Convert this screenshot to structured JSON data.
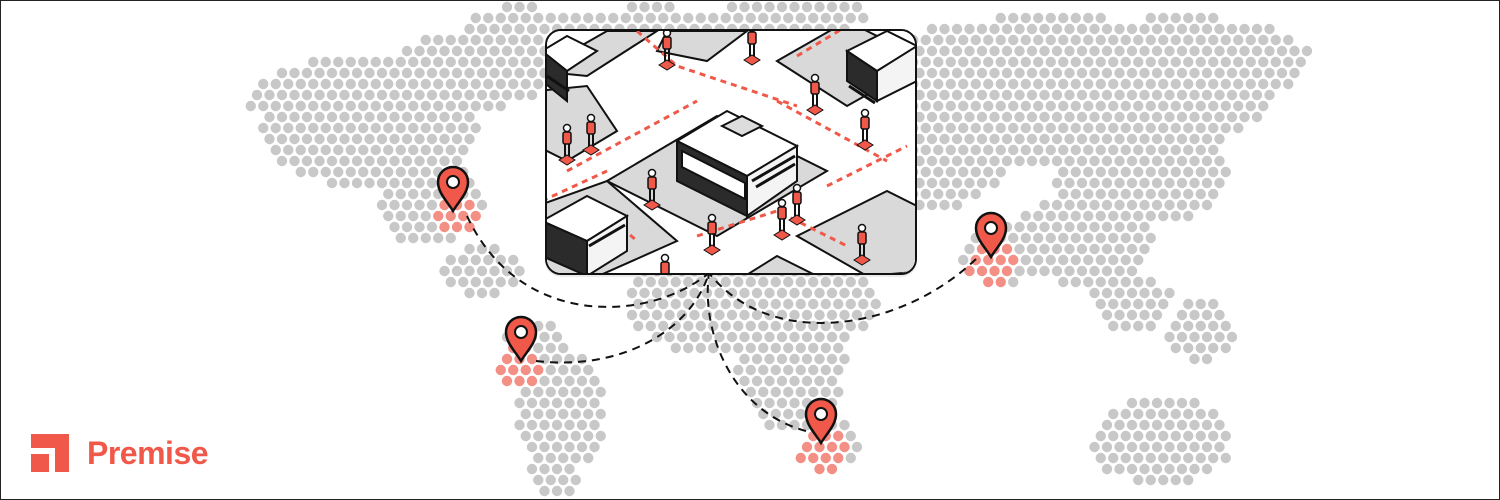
{
  "brand": {
    "name": "Premise",
    "color": "#f0594a"
  },
  "colors": {
    "land_dot": "#c8c8c8",
    "highlight_dot": "#f38f84",
    "pin": "#f0594a",
    "route": "#111111",
    "street_dash": "#f0594a",
    "sidewalk": "#d9d9d9"
  },
  "icons": {
    "pin": "map-pin-icon",
    "logo": "premise-logo-icon"
  },
  "map": {
    "pins": [
      "north-america",
      "south-america",
      "africa",
      "south-asia"
    ]
  }
}
